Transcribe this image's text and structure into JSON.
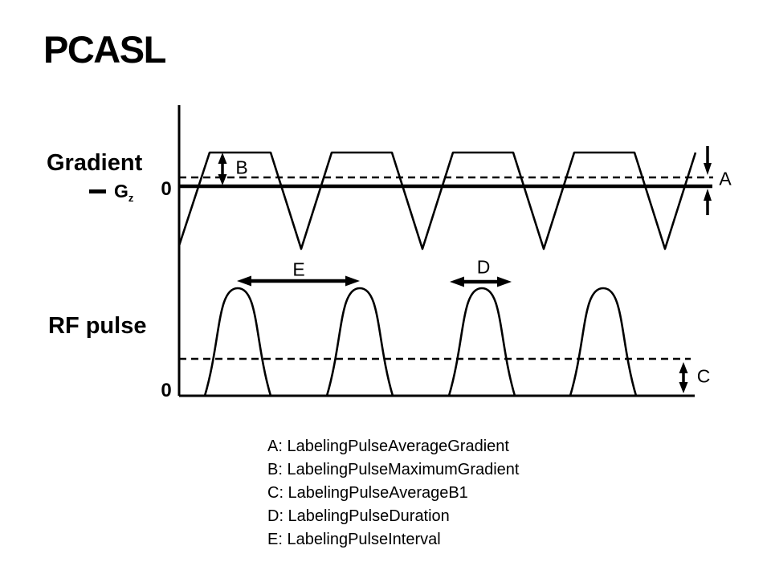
{
  "title": "PCASL",
  "colors": {
    "ink": "#000000",
    "background": "#ffffff"
  },
  "panels": {
    "gradient": {
      "label": "Gradient",
      "legend": {
        "label": "G",
        "subscript": "z"
      },
      "zero": "0",
      "marks": {
        "a": "A",
        "b": "B"
      }
    },
    "rf": {
      "label": "RF pulse",
      "zero": "0",
      "marks": {
        "c": "C",
        "d": "D",
        "e": "E"
      }
    }
  },
  "legend": {
    "items": [
      "A: LabelingPulseAverageGradient",
      "B: LabelingPulseMaximumGradient",
      "C: LabelingPulseAverageB1",
      "D: LabelingPulseDuration",
      "E: LabelingPulseInterval"
    ]
  }
}
